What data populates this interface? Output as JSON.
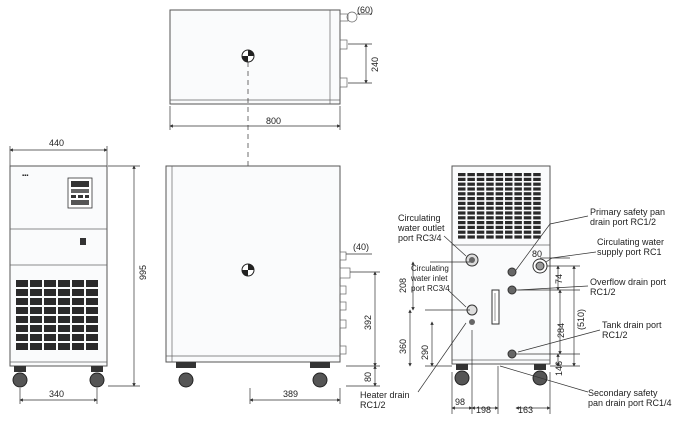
{
  "dimensions": {
    "top_offset": "(60)",
    "top_depth": "800",
    "top_port_spacing": "240",
    "front_width": "440",
    "front_height": "995",
    "front_caster_width": "340",
    "side_port_offset": "(40)",
    "side_port_height": "392",
    "side_bottom": "80",
    "side_caster_offset": "389",
    "rear_offset_80": "80",
    "rear_74": "74",
    "rear_208": "208",
    "rear_360": "360",
    "rear_290": "290",
    "rear_284": "284",
    "rear_510": "(510)",
    "rear_146": "146",
    "rear_98": "98",
    "rear_198": "198",
    "rear_163": "163"
  },
  "callouts": {
    "outlet_1": "Circulating",
    "outlet_2": "water outlet",
    "outlet_3": "port RC3/4",
    "inlet_1": "Circulating",
    "inlet_2": "water inlet",
    "inlet_3": "port RC3/4",
    "heater_1": "Heater drain",
    "heater_2": "RC1/2",
    "primary_1": "Primary safety pan",
    "primary_2": "drain port RC1/2",
    "supply_1": "Circulating water",
    "supply_2": "supply port RC1",
    "overflow_1": "Overflow drain port",
    "overflow_2": "RC1/2",
    "tank_1": "Tank drain port",
    "tank_2": "RC1/2",
    "secondary_1": "Secondary safety",
    "secondary_2": "pan drain port RC1/4"
  }
}
